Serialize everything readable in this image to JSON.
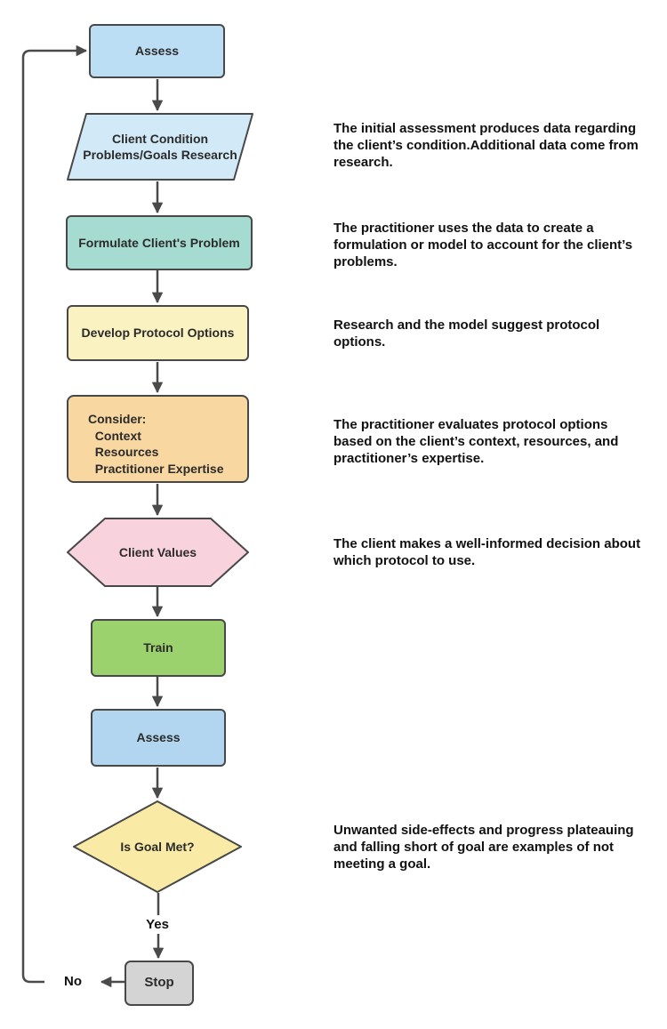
{
  "diagram": {
    "title": "Practitioner protocol selection flowchart",
    "nodes": [
      {
        "id": "assess-top",
        "label": "Assess",
        "shape": "rounded-rect",
        "fill": "#bcdef5"
      },
      {
        "id": "client-condition",
        "label": "Client Condition\nProblems/Goals Research",
        "shape": "parallelogram",
        "fill": "#d2eaf8"
      },
      {
        "id": "formulate-problem",
        "label": "Formulate Client's Problem",
        "shape": "rect",
        "fill": "#a6dbd1"
      },
      {
        "id": "develop-protocol",
        "label": "Develop Protocol Options",
        "shape": "rect",
        "fill": "#faf2c0"
      },
      {
        "id": "consider",
        "label": "Consider:\n  Context\n  Resources\n  Practitioner Expertise",
        "shape": "rect",
        "fill": "#f9d7a1"
      },
      {
        "id": "client-values",
        "label": "Client Values",
        "shape": "hexagon",
        "fill": "#f8d3de"
      },
      {
        "id": "train",
        "label": "Train",
        "shape": "rect",
        "fill": "#9cd26d"
      },
      {
        "id": "assess-2",
        "label": "Assess",
        "shape": "rect",
        "fill": "#b2d6ef"
      },
      {
        "id": "is-goal-met",
        "label": "Is Goal Met?",
        "shape": "diamond",
        "fill": "#f9eaa5"
      },
      {
        "id": "stop",
        "label": "Stop",
        "shape": "rect",
        "fill": "#d4d4d4"
      }
    ],
    "edge_labels": {
      "yes": "Yes",
      "no": "No"
    },
    "annotations": [
      {
        "text": "The initial assessment produces data regarding\nthe client’s condition.Additional data come from\nresearch."
      },
      {
        "text": "The practitioner uses the data to create a\nformulation or model to account for the client’s\nproblems."
      },
      {
        "text": "Research and the model suggest protocol\noptions."
      },
      {
        "text": "The practitioner evaluates protocol options\nbased on the client’s context, resources, and\npractitioner’s expertise."
      },
      {
        "text": "The client makes a well-informed decision about\nwhich protocol to use."
      },
      {
        "text": "Unwanted side-effects and progress plateauing\nand falling short of goal are examples of not\nmeeting a goal."
      }
    ],
    "colors": {
      "border": "#484848",
      "arrow": "#4a4a4a",
      "background": "#ffffff",
      "node_text": "#2b2b2b",
      "annotation_text": "#111111"
    }
  }
}
